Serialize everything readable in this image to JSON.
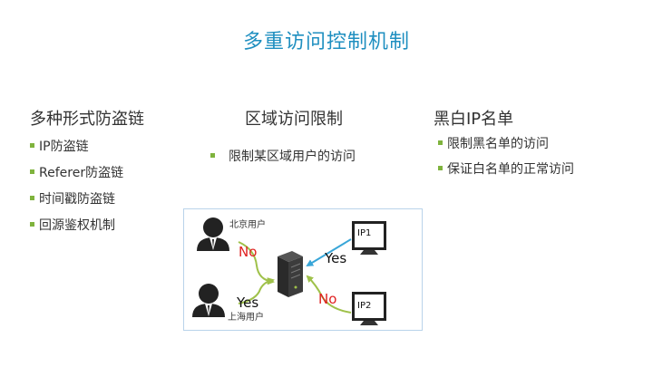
{
  "title": "多重访问控制机制",
  "columns": [
    {
      "heading": "多种形式防盗链",
      "items": [
        "IP防盗链",
        "Referer防盗链",
        "时间戳防盗链",
        "回源鉴权机制"
      ]
    },
    {
      "heading": "区域访问限制",
      "items": [
        "限制某区域用户的访问"
      ]
    },
    {
      "heading": "黑白IP名单",
      "items": [
        "限制黑名单的访问",
        "保证白名单的正常访问"
      ]
    }
  ],
  "diagram": {
    "user_beijing": "北京用户",
    "user_shanghai": "上海用户",
    "ip1": "IP1",
    "ip2": "IP2",
    "no_beijing": "No",
    "yes_shanghai": "Yes",
    "yes_ip1": "Yes",
    "no_ip2": "No"
  },
  "colors": {
    "title": "#1f8fc0",
    "bullet": "#7fb33d",
    "arrow_green": "#9fc14a",
    "arrow_blue": "#39a6d8",
    "no": "#e02020",
    "border": "#b9d3ea"
  }
}
